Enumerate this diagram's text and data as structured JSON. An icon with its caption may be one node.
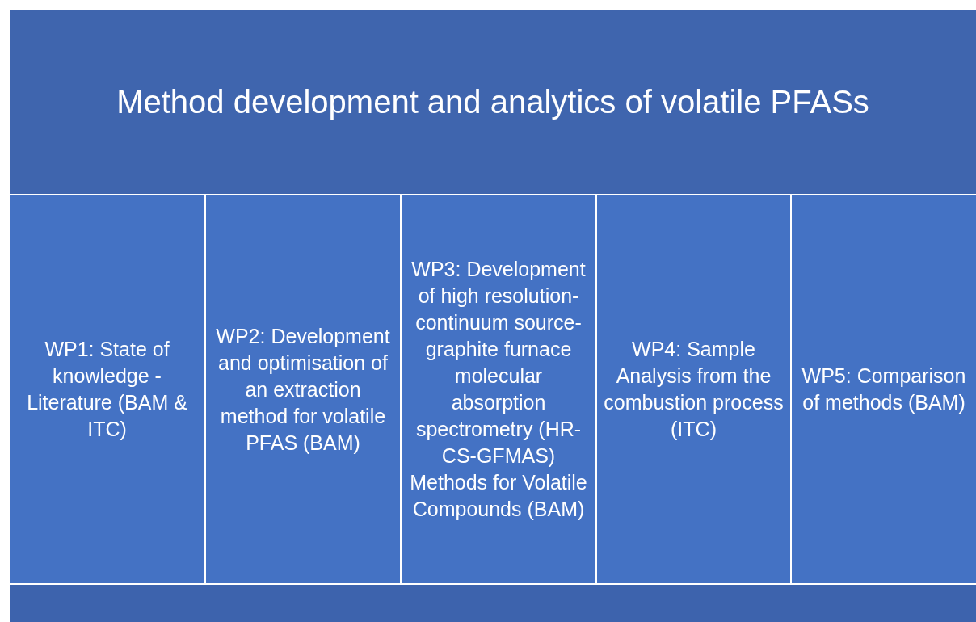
{
  "diagram": {
    "nodes": [
      {
        "text": [
          "Method development and analytics of volatile PFASs"
        ]
      },
      {
        "text": [
          "WP1: State of knowledge - Literature (BAM & ITC)"
        ]
      },
      {
        "text": [
          "WP2: Development and optimisation of an extraction method for volatile PFAS (BAM)"
        ]
      },
      {
        "text": [
          "WP3: Development of high resolution-continuum source-graphite furnace molecular absorption spectrometry (HR-CS-GFMAS) Methods for Volatile Compounds (BAM)"
        ]
      },
      {
        "text": [
          "WP4: Sample Analysis from the combustion process (ITC)"
        ]
      },
      {
        "text": [
          "WP5: Comparison of methods (BAM)"
        ]
      },
      {
        "text": [],
        "shape": "bar"
      }
    ]
  }
}
